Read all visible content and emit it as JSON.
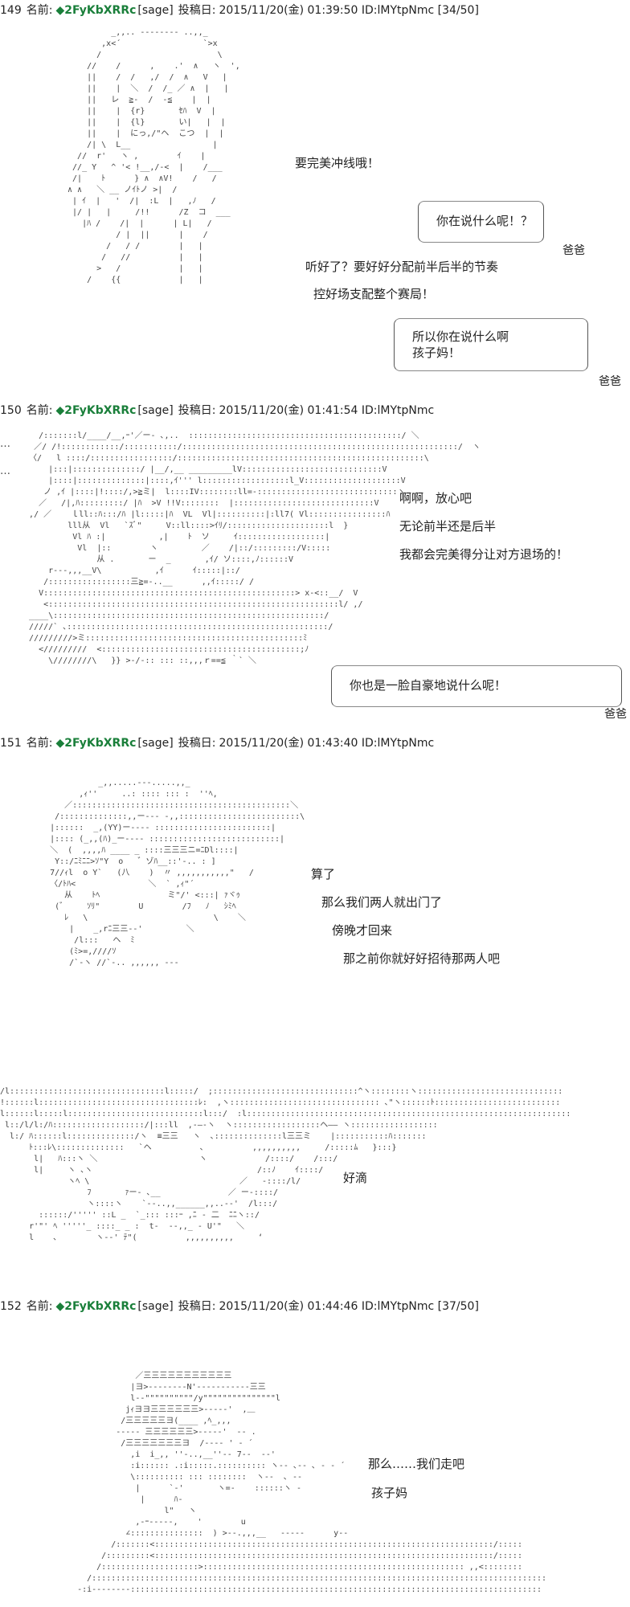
{
  "posts": [
    {
      "number": "149",
      "name_label": "名前:",
      "trip": "◆2FyKbXRRc",
      "sage": "[sage]",
      "date_label": "投稿日:",
      "date": "2015/11/20(金) 01:39:50",
      "id": "ID:lMYtpNmc",
      "count": "[34/50]",
      "lines": [
        "要完美冲线哦！",
        "听好了？要好好分配前半后半的节奏",
        "控好场支配整个赛局！"
      ],
      "bubbles": [
        {
          "lines": [
            "你在说什么呢！？"
          ],
          "speaker": "爸爸"
        },
        {
          "lines": [
            "所以你在说什么啊",
            "孩子妈！"
          ],
          "speaker": "爸爸"
        }
      ],
      "aa": "          _,,.. -‐-‐---- ..,,_\n        ,x<´                 `>x\n       /                        \\\n     //    /      ,    .'  ∧   ヽ  ',\n     ||    /  /   ,/  /  ∧   V   |\n     ||    |  ＼  /  /_ ／ ∧  |   |\n     ||   レ  ≧-  /  -≦    |  |\n     ||    |  {r}       ｾﾊ  V  |\n     ||    |  {l}       い|   |  |\n     ||    |  にっ,/\"ヘ  こつ  |  |\n     /| \\  L__                 |\n   //  r'   ヽ ,        ｲ    |\n  //_ Y   ^ '< !__,/-<  |    /___\n  /|    ﾄ      } ∧  ∧V!    /   /\n ∧ ∧   ＼ __ ノｲﾄノ >|  /\n  | ｲ  |   '  /|  :L  |   ,ﾉ   /\n  |/ |   |     /!!      /Z  コ  ___\n    |ﾊ /    /|  |      | L|   /\n           / |  ||      |    /\n         /   / /        |   |\n        /   //          |   |\n       >   /            |   |\n     /    {{            |   |"
    },
    {
      "number": "150",
      "name_label": "名前:",
      "trip": "◆2FyKbXRRc",
      "sage": "[sage]",
      "date_label": "投稿日:",
      "date": "2015/11/20(金) 01:41:54",
      "id": "ID:lMYtpNmc",
      "count": "",
      "lines": [
        "啊啊，放心吧",
        "无论前半还是后半",
        "我都会完美得分让对方退场的！"
      ],
      "bubbles": [
        {
          "lines": [
            "你也是一脸自豪地说什么呢！"
          ],
          "speaker": "爸爸"
        }
      ],
      "aa": "     /:::::::l/____/__,ｰ'／ー- ､,..  ::::::::::::::::::::::::::::::::::::::::::::/ ＼\n    ／/ /!::::::::::::/:::::::::::/:::::::::::::::::::::::::::::::::::::::::::::::::::::::::/  ヽ\n   〈/   l ::::/:::::::::::::::::/:::::::::::::::::::::::::::::::::::::::::::::::::::\\\n       |:::|::::::::::::::/ |__/,__ _________lV:::::::::::::::::::::::::::::V\n       |::::|::::::::::::::|::::,ｲ''' l::::::::::::::::::l_V::::::::::::::::::::V\n      ノ ,ｲ |::::|!::::/,>≧ミ|  l::::IV::::::::ll=-:::::::::::::::::::::::::::::ヽ\n     ／   /|,ﾊ:::::::::/ |ﾊ  >V !!V::::::::  |:::::::::::::::::::::::::::::V\n   ,/ ／    ｌll::ﾊ:::/ﾊ |l:::::|ﾊ  VL  Vl|::::::::::|:ll7( Vl::::::::::::::::ﾊ\n           lll从  Vl   `ｽﾞ\"     V::ll::::>ｲﾘ/:::::::::::::::::::::l  }\n            Vl ﾊ :|           ,|    ﾄ  ソ     ｲ::::::::::::::::::|\n             Vl  |::        ヽ         ／    /|::/:::::::::/V:::::\n                 从 .       ー  _       ,ｲ/ ソ::::,ﾉ::::::V\n       r‐‐-,,,__V\\           ,ｲ      ｲ:::::|::/\n      /:::::::::::::::::三≧=-..__      ,,ｲ:::::/ /\n     V::::::::::::::::::::::::::::::::::::::::::::::::::::> x-<::__/  V\n      <::::::::::::::::::::::::::::::::::::::::::::::::::::::::::::l/ ,/\n   ____\\::::::::::::::::::::::::::::::::::::::::::::::::::::::::/\n   /////` ､::::::::::::::::::::::::::::::::::::::::::::::::::::::/\n   /////////>ミ:::::::::::::::::::::::::::::::::::::::::::::ﾐ\n     </////////  <:::::::::::::::::::::::::::::::::::::::::;ﾉ\n       \\////////\\   }} >‐/‐:: ::: ::,,,ｒ==≦ ｀` ＼"
    },
    {
      "number": "151",
      "name_label": "名前:",
      "trip": "◆2FyKbXRRc",
      "sage": "[sage]",
      "date_label": "投稿日:",
      "date": "2015/11/20(金) 01:43:40",
      "id": "ID:lMYtpNmc",
      "count": "",
      "lines": [
        "算了",
        "那么我们两人就出门了",
        "傍晚才回来",
        "那之前你就好好招待那两人吧"
      ],
      "bubbles": [],
      "aa": "              _,,.....‐‐-.....,,_\n          ,ｨ''     ..: :::: ::: :  ''ﾍ,\n       ／:::::::::::::::::::::::::::::::::::::::::::::＼\n     /::::::::::::::,,ー‐‐‐ -,,:::::::::::::::::::::::::\\\n    |::::::  _,(YY)ー‐‐-- ::::::::::::::::::::::::|\n    |:::: (_,,(ﾊ)_ー‐‐-- :::::::::::::::::::::::::::|\n    ＼  (  ,,,,ﾊ ____ _ ::::三三三ニ=ﾆDl::::|\n     Y::/ﾆﾐﾆﾆ>ｿ\"Y  o   ゛ゾﾊ__::'‐.. : ]\n    7//ｨl  o Y`   (八    )  〃 ,,,,,,,,,,,\"   /\n    〈/ﾄﾊ<               ＼  ` ,ｨ\"´\n       从    ﾄﾍ              ミ\"/' <:::| ｧヾｩ\n     (゛    ｿﾘ\"        U        /ﾌ   ﾉ   ｼﾐﾍ\n       ﾚ   \\                          \\    ＼\n        |    _,rﾆ三三‐-'         ＼\n         /l:::   ヘ  ﾐ\n        (ﾐ>=,////ｿ\n        /`‐ヽ //`‐.. ,,,,,, ‐‐‐"
    },
    {
      "number": "",
      "name_label": "",
      "trip": "",
      "sage": "",
      "date_label": "",
      "date": "",
      "id": "",
      "count": "",
      "lines": [
        "好滴"
      ],
      "bubbles": [],
      "aa": "/l::::::::::::::::::::::::::::::::l:::::/  ;::::::::::::::::::::::::::::::^ヽ::::::::ヽ::::::::::::::::::::::::::::::\n!::::::l:::::::::::::::::::::::::::::::::ﾚ:  ,ヽ::::::::::::::::::::::::::::::: ､\"ヽ::::::ﾄ::::::::::::::::::::::::::\nl::::::l:::::l::::::::::::::::::::::::::::l:::/  :l:::::::::::::::::::::::::::::::::::::::::::::::::::::::::::::::::::\n l::/l/l:/ﾊ:::::::::::::::::::/|:::ll  ,-―-ヽ  ヽ::::::::::::::::::ヘ―― ヽ::::::::::::::::::\n  l:/ ﾊ::::::l::::::::::::::/ヽ  ≡三三   ヽ  ､::::::::::::::l三三ミ    |:::::::::::ﾊ:::::::\n      ﾄ:::ﾚ\\::::::::::::::   `ヘ          ､          ,,,,,,,,,,     /:::::ﾑ   }:::}\n       l|   ﾊ:::ヽ ＼                     ヽ            /::::/    /:::/\n       l|     ヽ ､ヽ                                  /::ﾉ    ｲ::::/\n              ヽﾍ \\                               ／   ‐::::/l/\n                  ﾌ       ｧー‐ ､__              ／ ー-::::/\n                  ヽ::::ヽ    `‐-..,,______,,..-‐'  /l:::/\n        ::::::/''''' ::L _  `_::: :::ｰ ,ﾆ ‐ 二  ﾆﾆヽ::/\n      r'\"' ﾍ '''''_ ::::_ _ :  t-  --,,_ - U'\"   ＼\n      l    ､        ヽ--' ﾃ\"(          ,,,,,,,,,,     ‘"
    },
    {
      "number": "152",
      "name_label": "名前:",
      "trip": "◆2FyKbXRRc",
      "sage": "[sage]",
      "date_label": "投稿日:",
      "date": "2015/11/20(金) 01:44:46",
      "id": "ID:lMYtpNmc",
      "count": "[37/50]",
      "lines": [
        "那么……我们走吧",
        "孩子妈"
      ],
      "bubbles": [],
      "aa": "                ／三三三三三三三三三三三\n               |ヨ>‐‐‐‐‐‐‐‐N'‐‐‐‐‐‐‐‐‐‐-三三\n               l--\"\"\"\"\"\"\"\"\"\"/y\"\"\"\"\"\"\"\"\"\"\"\"\"\"\"l\n              jｨヨヨ三三三三三三>‐‐‐‐‐'  ,＿\n             /三三三三三ヨ(____ ,ﾍ_,,,\n            ‐‐‐‐‐ 三三三三三三>‐‐‐--'  ‐‐ .\n             /三三三三三三三ヨ  /‐--- ' ‐ ´\n               ,i  i_,, ''‐..,__''‐- 7‐‐  ‐‐'\n               :i:::::: .:i:::::.:::::::::: ヽ‐‐ ､-- ､ ‐ ‐ ´\n               \\:::::::::: ::: ::::::::  ヽ‐-  ､ ‐‐\n                |      `‐'       ヽ=-    ::::::ヽ ‐\n                 |      ﾊ-\n                      l\"   ヽ\n                ,‐ｰ-----,    '        u\n              ∠:::::::::::::::  ) >‐-.,,,__   -----      y‐‐\n           /:::::::<::::::::::::::::::::::::::::::::::::::::::::::::::::::::::::::::::::::/:::::\n         /:::::::::<::::::::::::::::::::::::::::::::::::::::::::::::::::::::::::::::::::::/:::::\n        /::::::::::::::::::::>:::::::::::::::::::::::::::::::::::::::::::::::::::::: ,,<::::::::\n      /::::::::::::::::::::::::::::::::::::::::::::::::::::::::::::::::::::::::::::::::::::::::::::::\n    ‐:i‐‐‐‐‐‐‐-:::::::::::::::::::::::::::::::::::::::::::::::::::::::::::::::::::::::::::::::::::::"
    }
  ]
}
